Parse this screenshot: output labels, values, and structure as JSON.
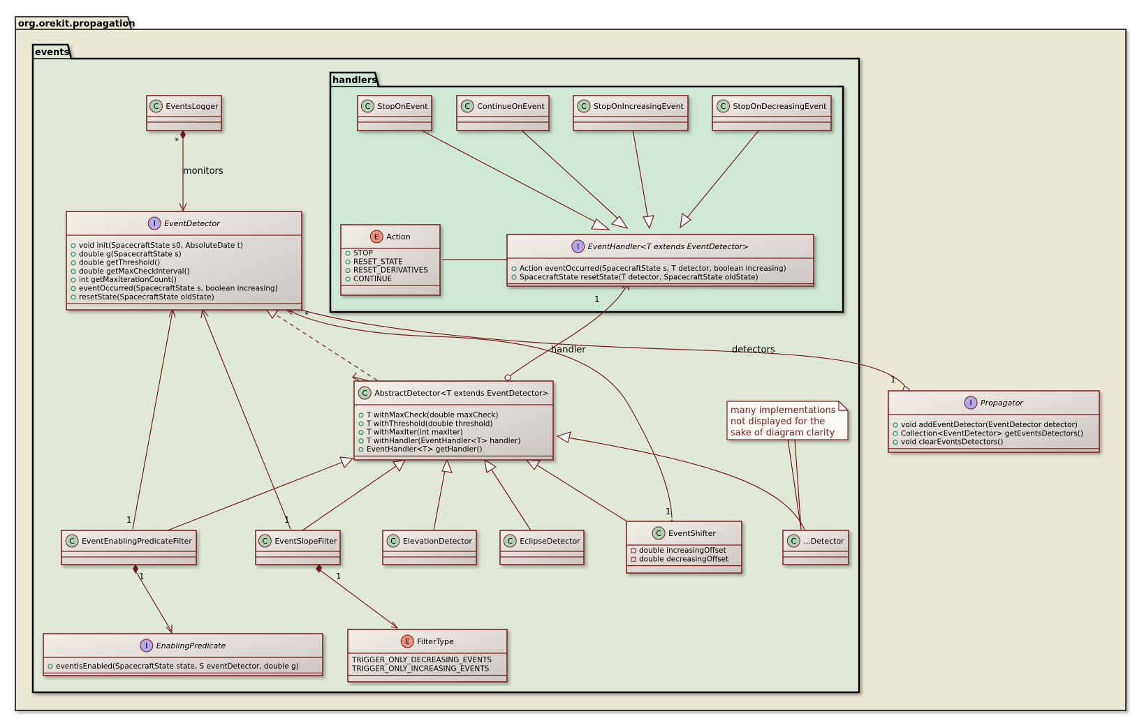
{
  "packages": {
    "outer": "org.orekit.propagation",
    "events": "events",
    "handlers": "handlers"
  },
  "classes": {
    "events_logger": {
      "name": "EventsLogger",
      "stereo": "C"
    },
    "event_detector": {
      "name": "EventDetector",
      "stereo": "I",
      "members": [
        "void init(SpacecraftState s0, AbsoluteDate t)",
        "double g(SpacecraftState s)",
        "double getThreshold()",
        "double getMaxCheckInterval()",
        "int getMaxIterationCount()",
        "eventOccurred(SpacecraftState s, boolean increasing)",
        "resetState(SpacecraftState oldState)"
      ]
    },
    "stop_on_event": {
      "name": "StopOnEvent",
      "stereo": "C"
    },
    "continue_on_event": {
      "name": "ContinueOnEvent",
      "stereo": "C"
    },
    "stop_on_increasing": {
      "name": "StopOnIncreasingEvent",
      "stereo": "C"
    },
    "stop_on_decreasing": {
      "name": "StopOnDecreasingEvent",
      "stereo": "C"
    },
    "action": {
      "name": "Action",
      "stereo": "E",
      "members": [
        "STOP",
        "RESET_STATE",
        "RESET_DERIVATIVES",
        "CONTINUE"
      ]
    },
    "event_handler": {
      "name": "EventHandler<T extends EventDetector>",
      "stereo": "I",
      "members": [
        "Action eventOccurred(SpacecraftState s, T detector, boolean increasing)",
        "SpacecraftState resetState(T detector, SpacecraftState oldState)"
      ]
    },
    "abstract_detector": {
      "name": "AbstractDetector<T extends EventDetector>",
      "stereo": "C",
      "members": [
        "T withMaxCheck(double maxCheck)",
        "T withThreshold(double threshold)",
        "T withMaxIter(int maxIter)",
        "T withHandler(EventHandler<T> handler)",
        "EventHandler<T> getHandler()"
      ]
    },
    "event_enabling_filter": {
      "name": "EventEnablingPredicateFilter",
      "stereo": "C"
    },
    "event_slope_filter": {
      "name": "EventSlopeFilter",
      "stereo": "C"
    },
    "elevation_detector": {
      "name": "ElevationDetector",
      "stereo": "C"
    },
    "eclipse_detector": {
      "name": "EclipseDetector",
      "stereo": "C"
    },
    "event_shifter": {
      "name": "EventShifter",
      "stereo": "C",
      "members": [
        "double increasingOffset",
        "double decreasingOffset"
      ]
    },
    "dots_detector": {
      "name": "...Detector",
      "stereo": "C"
    },
    "enabling_predicate": {
      "name": "EnablingPredicate",
      "stereo": "I",
      "members": [
        "eventIsEnabled(SpacecraftState state, S eventDetector, double g)"
      ]
    },
    "filter_type": {
      "name": "FilterType",
      "stereo": "E",
      "members": [
        "TRIGGER_ONLY_DECREASING_EVENTS",
        "TRIGGER_ONLY_INCREASING_EVENTS"
      ]
    },
    "propagator": {
      "name": "Propagator",
      "stereo": "I",
      "members": [
        "void addEventDetector(EventDetector detector)",
        "Collection<EventDetector> getEventsDetectors()",
        "void clearEventsDetectors()"
      ]
    }
  },
  "labels": {
    "monitors": "monitors",
    "handler": "handler",
    "detectors": "detectors",
    "star": "*",
    "one": "1"
  },
  "note": [
    "many implementations",
    "not displayed for the",
    "sake of diagram clarity"
  ],
  "colors": {
    "outer_bg": "#ece8d6",
    "events_bg": "#dfe8d6",
    "handlers_bg": "#cfe8d6",
    "border": "#7a1c1c",
    "class_circle": "#add1b2",
    "interface_circle": "#b4a7e5",
    "enum_circle": "#eb937f"
  }
}
